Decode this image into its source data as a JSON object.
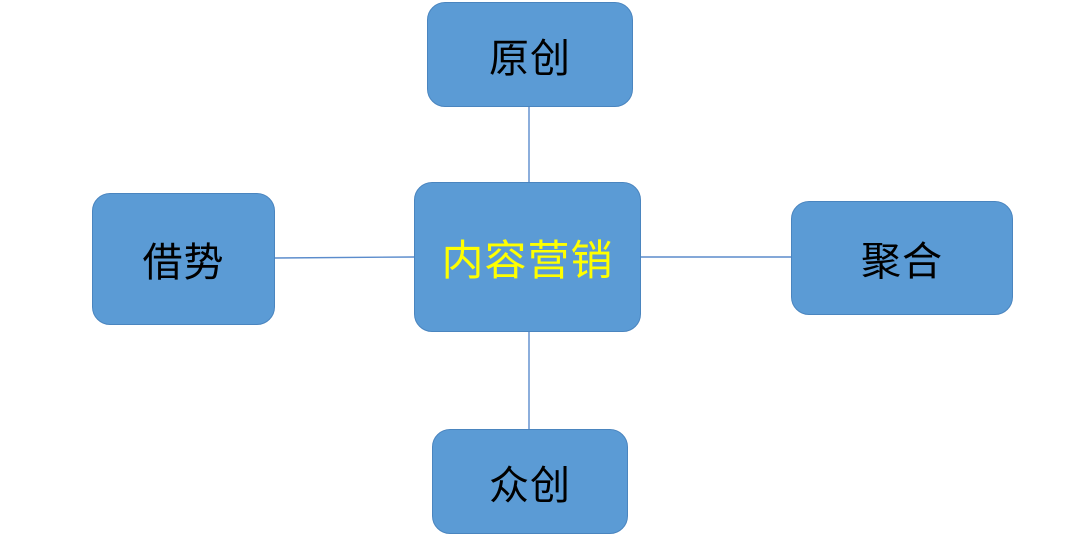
{
  "diagram": {
    "center": {
      "label": "内容营销",
      "color": "#ffff00"
    },
    "nodes": {
      "top": {
        "label": "原创"
      },
      "left": {
        "label": "借势"
      },
      "right": {
        "label": "聚合"
      },
      "bottom": {
        "label": "众创"
      }
    },
    "colors": {
      "node_fill": "#5b9bd5",
      "node_border": "#4a85bf",
      "connector": "#5b8ccc",
      "node_text": "#000000"
    }
  }
}
